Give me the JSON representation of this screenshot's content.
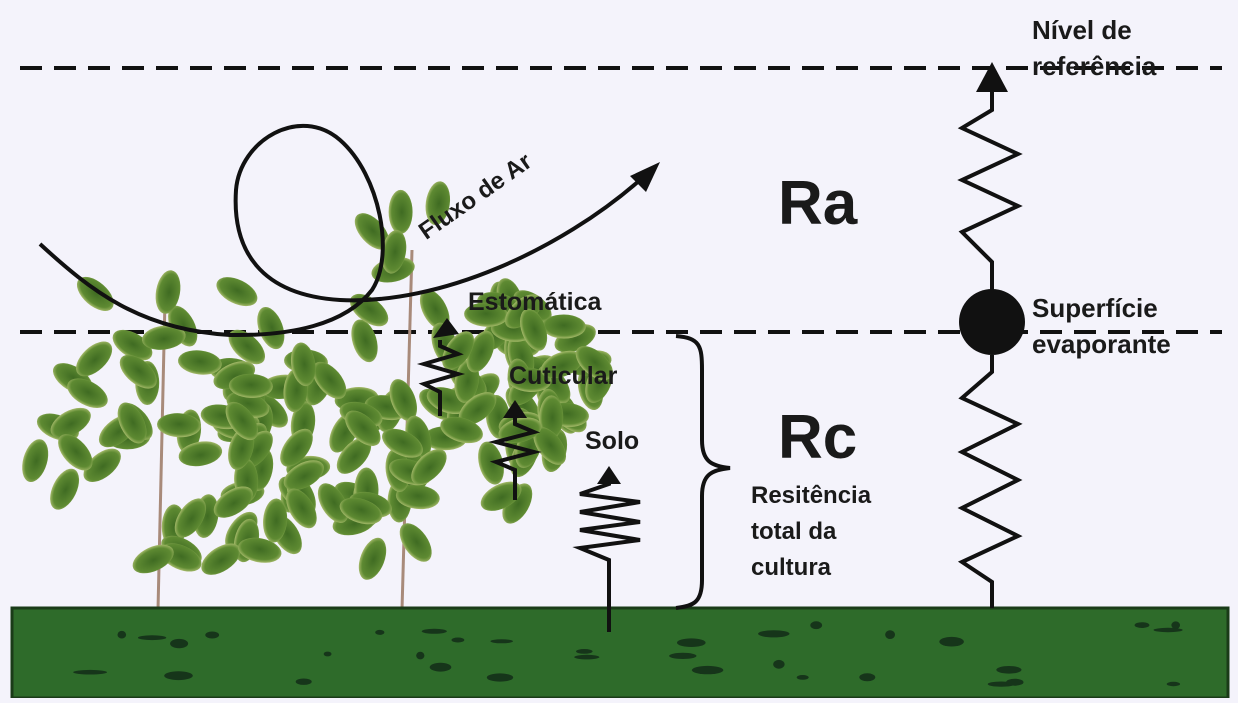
{
  "labels": {
    "reference_level": [
      "Nível de",
      "referência"
    ],
    "evaporating_surface": [
      "Superfície",
      "evaporante"
    ],
    "ra": "Ra",
    "rc": "Rc",
    "total_resistance": [
      "Resitência",
      "total da",
      "cultura"
    ],
    "stomatal": "Estomática",
    "cuticular": "Cuticular",
    "soil": "Solo",
    "air_flow": "Fluxo de Ar"
  },
  "colors": {
    "background": "#f4f3fb",
    "ground": "#2e6b2a",
    "ground_spots": "#16351a",
    "leaf": "#4e7a2e",
    "leaf_edge": "#b9c978",
    "line": "#111111"
  }
}
